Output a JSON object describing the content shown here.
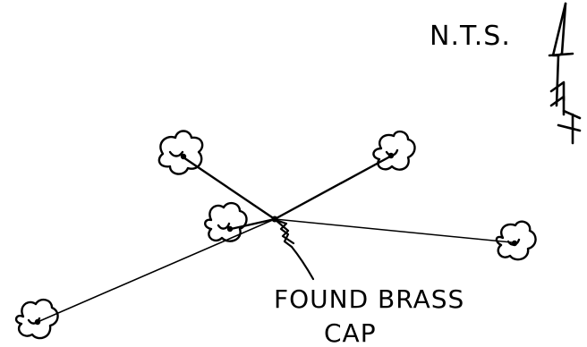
{
  "scale_note": "N.T.S.",
  "callout": {
    "line1": "FOUND BRASS",
    "line2": "CAP"
  },
  "icons": {
    "north_arrow": "north-arrow-icon",
    "tree": "tree-icon",
    "monument": "brass-cap-monument-icon"
  },
  "colors": {
    "ink": "#000000",
    "paper": "#ffffff"
  }
}
